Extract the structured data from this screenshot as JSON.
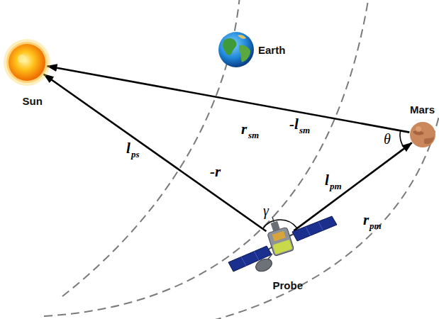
{
  "diagram": {
    "nodes": [
      {
        "text": [
          "Sun"
        ]
      },
      {
        "text": [
          "Earth"
        ]
      },
      {
        "text": [
          "Mars"
        ]
      },
      {
        "text": [
          "Probe"
        ]
      }
    ],
    "edges": [
      {
        "from": 3,
        "to": 0,
        "arrow": "to"
      },
      {
        "from": 2,
        "to": 0,
        "arrow": "to"
      },
      {
        "from": 3,
        "to": 2,
        "arrow": "to"
      }
    ],
    "labels": [
      "-r",
      "l",
      "ps",
      "r",
      "sm",
      "-l",
      "sm",
      "l",
      "pm",
      "r",
      "pm",
      "θ",
      "γ"
    ]
  }
}
